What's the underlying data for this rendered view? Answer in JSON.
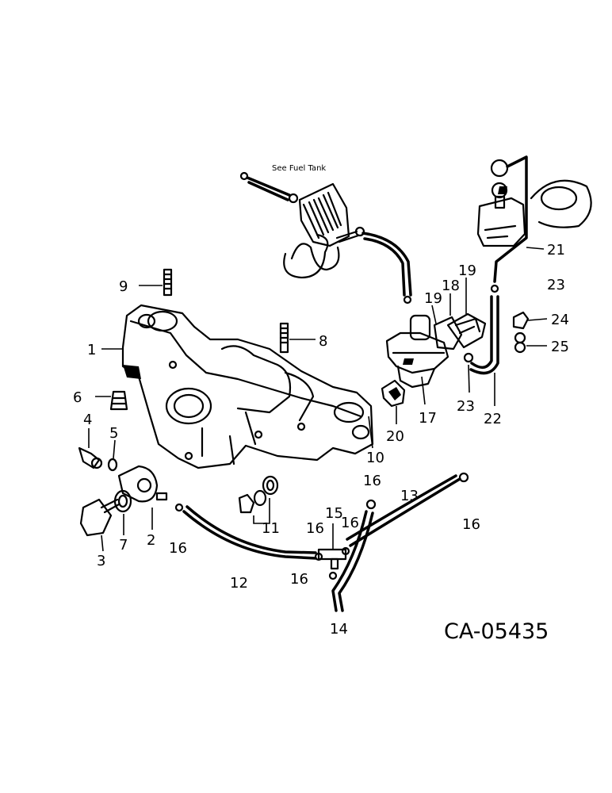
{
  "note_text": "See Fuel Tank",
  "diagram_code": "CA-05435",
  "callouts": {
    "c1": "1",
    "c2": "2",
    "c3": "3",
    "c4": "4",
    "c5": "5",
    "c6": "6",
    "c7": "7",
    "c8": "8",
    "c9": "9",
    "c10": "10",
    "c11": "11",
    "c12": "12",
    "c13": "13",
    "c14": "14",
    "c15": "15",
    "c16a": "16",
    "c16b": "16",
    "c16c": "16",
    "c16d": "16",
    "c16e": "16",
    "c16f": "16",
    "c17": "17",
    "c18": "18",
    "c19a": "19",
    "c19b": "19",
    "c20": "20",
    "c21": "21",
    "c22": "22",
    "c23a": "23",
    "c23b": "23",
    "c24": "24",
    "c25": "25"
  }
}
